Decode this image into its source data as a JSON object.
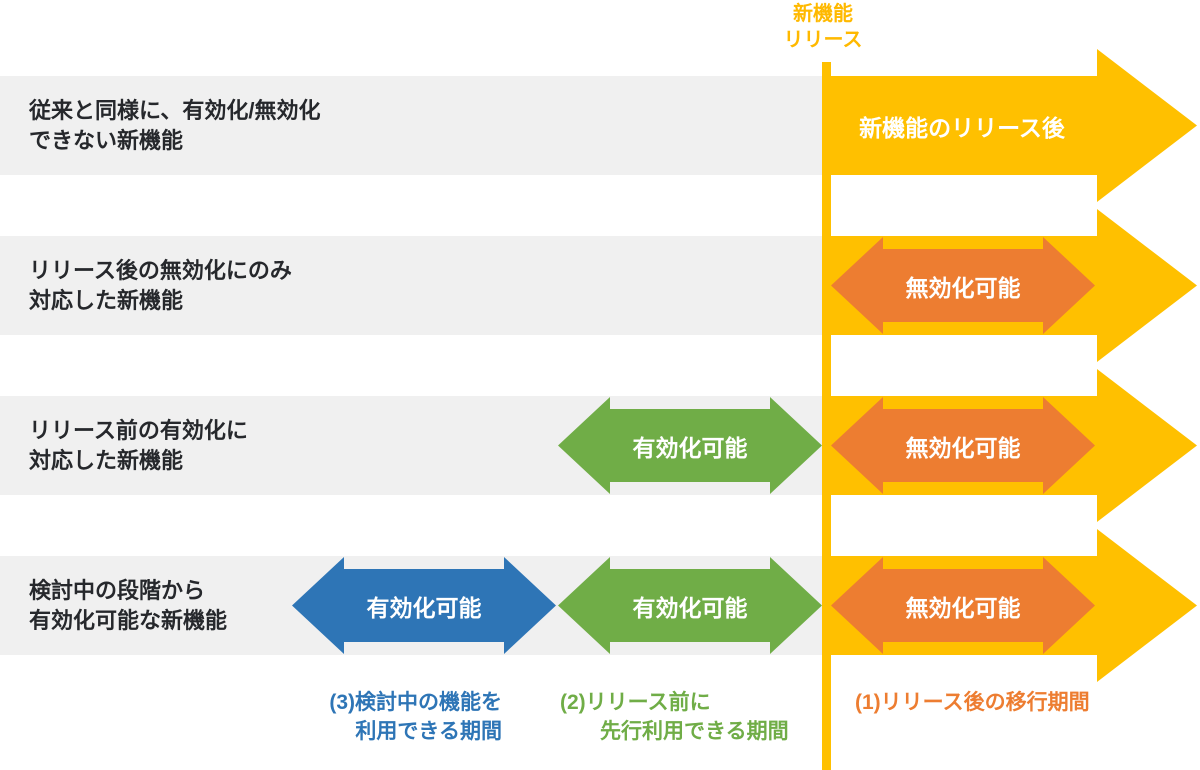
{
  "colors": {
    "yellow": "#FFC000",
    "orange": "#ED7D31",
    "green": "#70AD47",
    "blue": "#2E75B6",
    "band": "#F0F0F0",
    "dark": "#26282C",
    "gold-title": "#FFB900",
    "white": "#FFFFFF"
  },
  "timeline": {
    "title_line1": "新機能",
    "title_line2": "リリース"
  },
  "rows": [
    {
      "label_line1": "従来と同様に、有効化/無効化",
      "label_line2": "できない新機能",
      "yellow_arrow_label": "新機能のリリース後"
    },
    {
      "label_line1": "リリース後の無効化にのみ",
      "label_line2": "対応した新機能",
      "orange_arrow_label": "無効化可能"
    },
    {
      "label_line1": "リリース前の有効化に",
      "label_line2": "対応した新機能",
      "green_arrow_label": "有効化可能",
      "orange_arrow_label": "無効化可能"
    },
    {
      "label_line1": "検討中の段階から",
      "label_line2": "有効化可能な新機能",
      "blue_arrow_label": "有効化可能",
      "green_arrow_label": "有効化可能",
      "orange_arrow_label": "無効化可能"
    }
  ],
  "legend": {
    "blue_line1": "(3)検討中の機能を",
    "blue_line2": "利用できる期間",
    "green_line1": "(2)リリース前に",
    "green_line2": "先行利用できる期間",
    "orange_line": "(1)リリース後の移行期間"
  }
}
